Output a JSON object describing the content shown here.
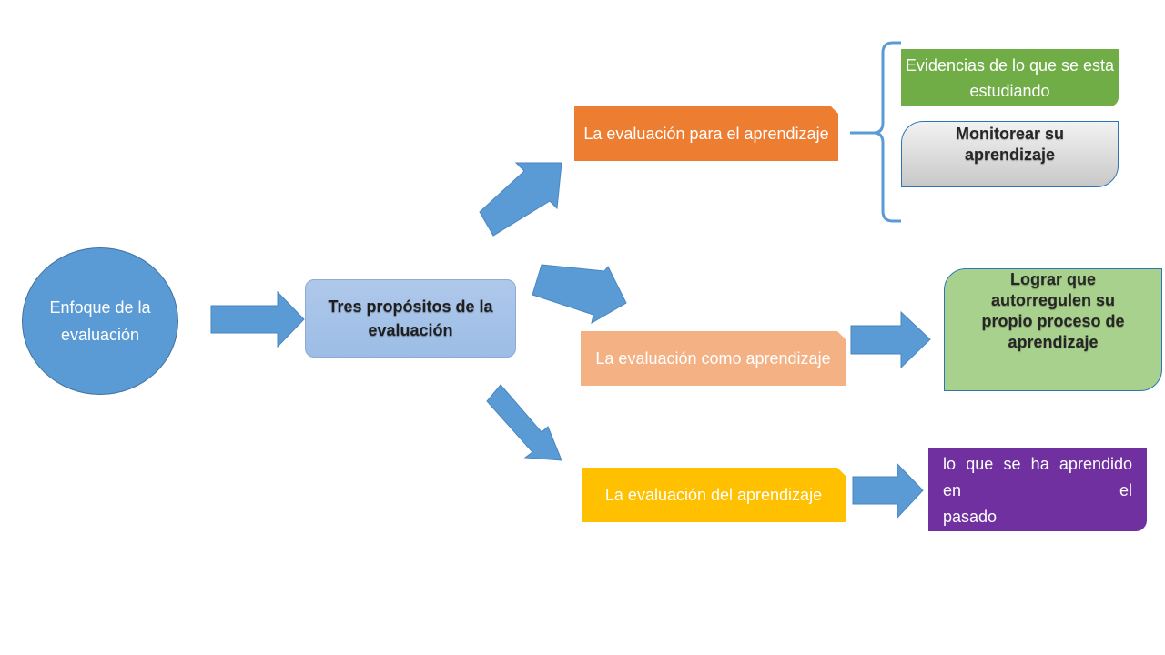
{
  "root": "Enfoque de la evaluación",
  "main": "Tres propósitos de la evaluación",
  "purposes": {
    "para": "La evaluación para el aprendizaje",
    "como": "La evaluación como aprendizaje",
    "del": "La evaluación del aprendizaje"
  },
  "results": {
    "evidencias": "Evidencias de lo que se esta estudiando",
    "monitorear": "Monitorear su aprendizaje",
    "lograr": "Lograr que autorregulen su propio proceso de aprendizaje",
    "pasado_lines": [
      "lo que se ha",
      "aprendido en el"
    ],
    "pasado_last": "pasado"
  },
  "colors": {
    "arrow": "#5b9bd5",
    "root": "#5b9bd5",
    "para": "#ed7d31",
    "como": "#f4b183",
    "del": "#ffc000",
    "evidencias": "#70ad47",
    "lograr": "#a9d18e",
    "pasado": "#7030a0"
  }
}
